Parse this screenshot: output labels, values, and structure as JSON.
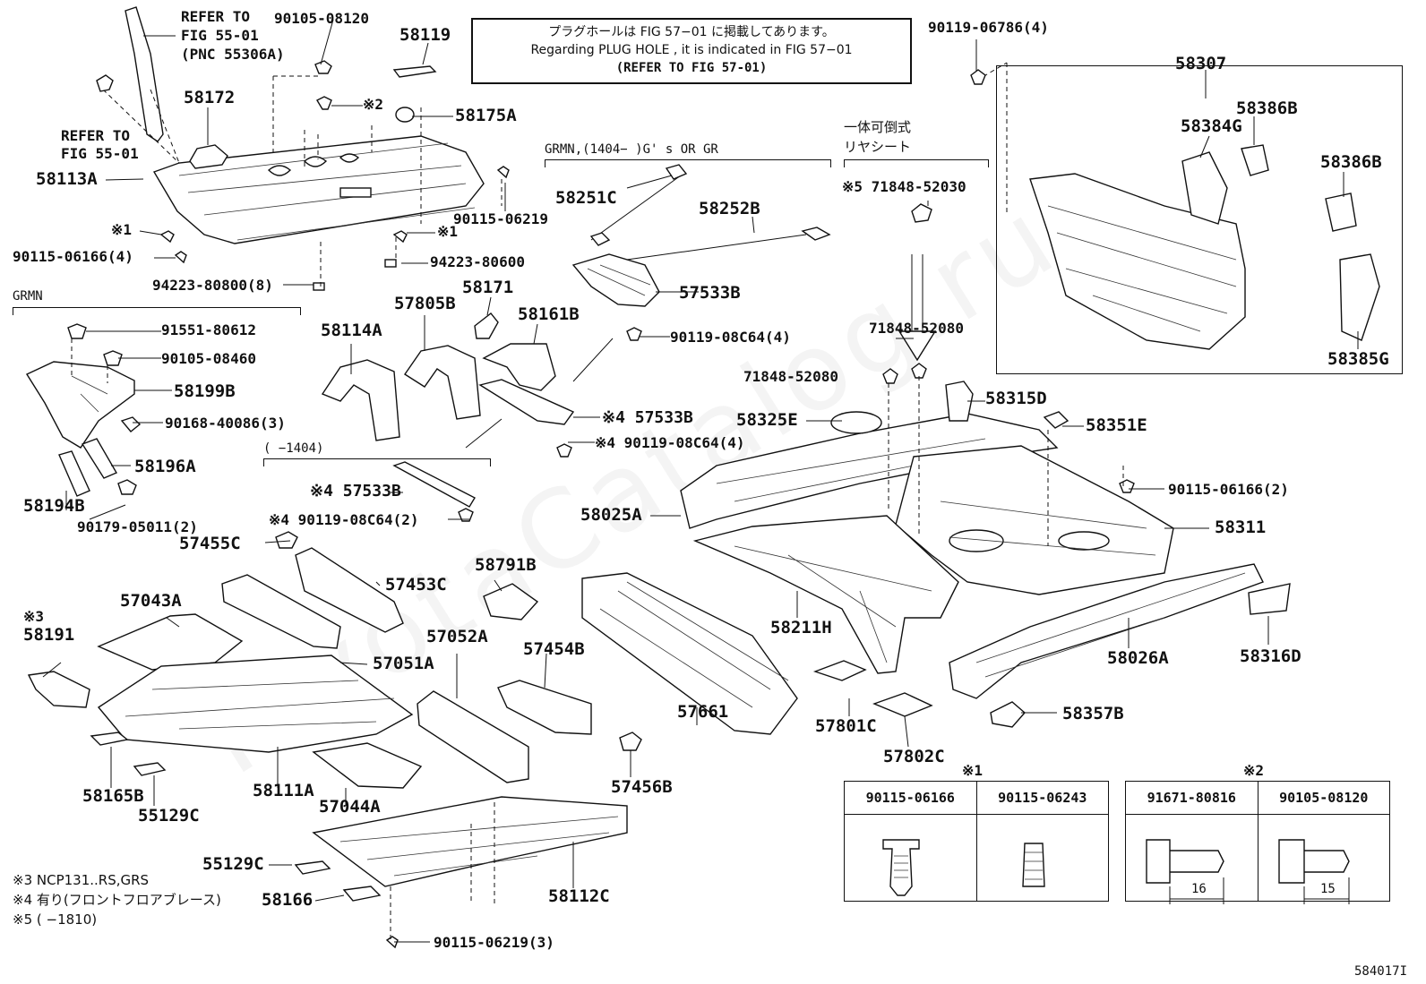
{
  "watermark": "ToyotaCatalog.ru",
  "diagram_id": "584017I",
  "note": {
    "line1": "プラグホールは FIG 57−01 に掲載してあります。",
    "line2": "Regarding  PLUG  HOLE , it is indicated in FIG  57−01",
    "line3": "(REFER TO FIG 57-01)"
  },
  "group_headers": {
    "grmn_left": "GRMN",
    "grmn_gs": "GRMN,(1404−      )G' s OR GR",
    "rear_seat_1": "一体可倒式",
    "rear_seat_2": "リヤシート",
    "range_1404": "(       −1404)"
  },
  "refer": {
    "a1": "REFER TO",
    "a2": "FIG 55-01",
    "a3": "(PNC 55306A)",
    "b1": "REFER TO",
    "b2": "FIG 55-01"
  },
  "labels": {
    "p90105_08120": "90105-08120",
    "p58119": "58119",
    "p58172": "58172",
    "m2": "※2",
    "p58175A": "58175A",
    "p58113A": "58113A",
    "m1a": "※1",
    "p90115_06166_4": "90115-06166(4)",
    "p90115_06219": "90115-06219",
    "m1b": "※1",
    "p94223_80600": "94223-80600",
    "p94223_80800_8": "94223-80800(8)",
    "p90119_06786_4": "90119-06786(4)",
    "p58307": "58307",
    "p58386B_a": "58386B",
    "p58384G": "58384G",
    "p58386B_b": "58386B",
    "p58385G": "58385G",
    "p58251C": "58251C",
    "p58252B": "58252B",
    "p71848_52030": "※5 71848-52030",
    "p57533B_a": "57533B",
    "p90119_08C64_4_a": "90119-08C64(4)",
    "p71848_52080_a": "71848-52080",
    "p71848_52080_b": "71848-52080",
    "p91551_80612": "91551-80612",
    "p90105_08460": "90105-08460",
    "p58199B": "58199B",
    "p90168_40086_3": "90168-40086(3)",
    "p58196A": "58196A",
    "p58194B": "58194B",
    "p90179_05011_2": "90179-05011(2)",
    "p58114A": "58114A",
    "p57805B": "57805B",
    "p58171": "58171",
    "p58161B": "58161B",
    "p57533B_b": "※4  57533B",
    "p90119_08C64_4_b": "※4 90119-08C64(4)",
    "p58315D": "58315D",
    "p58325E": "58325E",
    "p58351E": "58351E",
    "p90115_06166_2": "90115-06166(2)",
    "p57533B_c": "※4  57533B",
    "p90119_08C64_2": "※4 90119-08C64(2)",
    "p57455C": "57455C",
    "p58025A": "58025A",
    "p58311": "58311",
    "m3": "※3",
    "p58191": "58191",
    "p57043A": "57043A",
    "p57453C": "57453C",
    "p58791B": "58791B",
    "p57051A": "57051A",
    "p57052A": "57052A",
    "p57454B": "57454B",
    "p58211H": "58211H",
    "p58026A": "58026A",
    "p58316D": "58316D",
    "p57661": "57661",
    "p58357B": "58357B",
    "p57801C": "57801C",
    "p57802C": "57802C",
    "p58165B": "58165B",
    "p55129C_a": "55129C",
    "p58111A": "58111A",
    "p57044A": "57044A",
    "p57456B": "57456B",
    "p55129C_b": "55129C",
    "p58166": "58166",
    "p58112C": "58112C",
    "p90115_06219_3": "90115-06219(3)"
  },
  "footnotes": {
    "n3": "※3 NCP131..RS,GRS",
    "n4": "※4 有り(フロントフロアブレース)",
    "n5": "※5 (       −1810)"
  },
  "legend1": {
    "mark": "※1",
    "col1": "90115-06166",
    "col2": "90115-06243"
  },
  "legend2": {
    "mark": "※2",
    "col1": "91671-80816",
    "col2": "90105-08120",
    "dim1": "16",
    "dim2": "15"
  }
}
